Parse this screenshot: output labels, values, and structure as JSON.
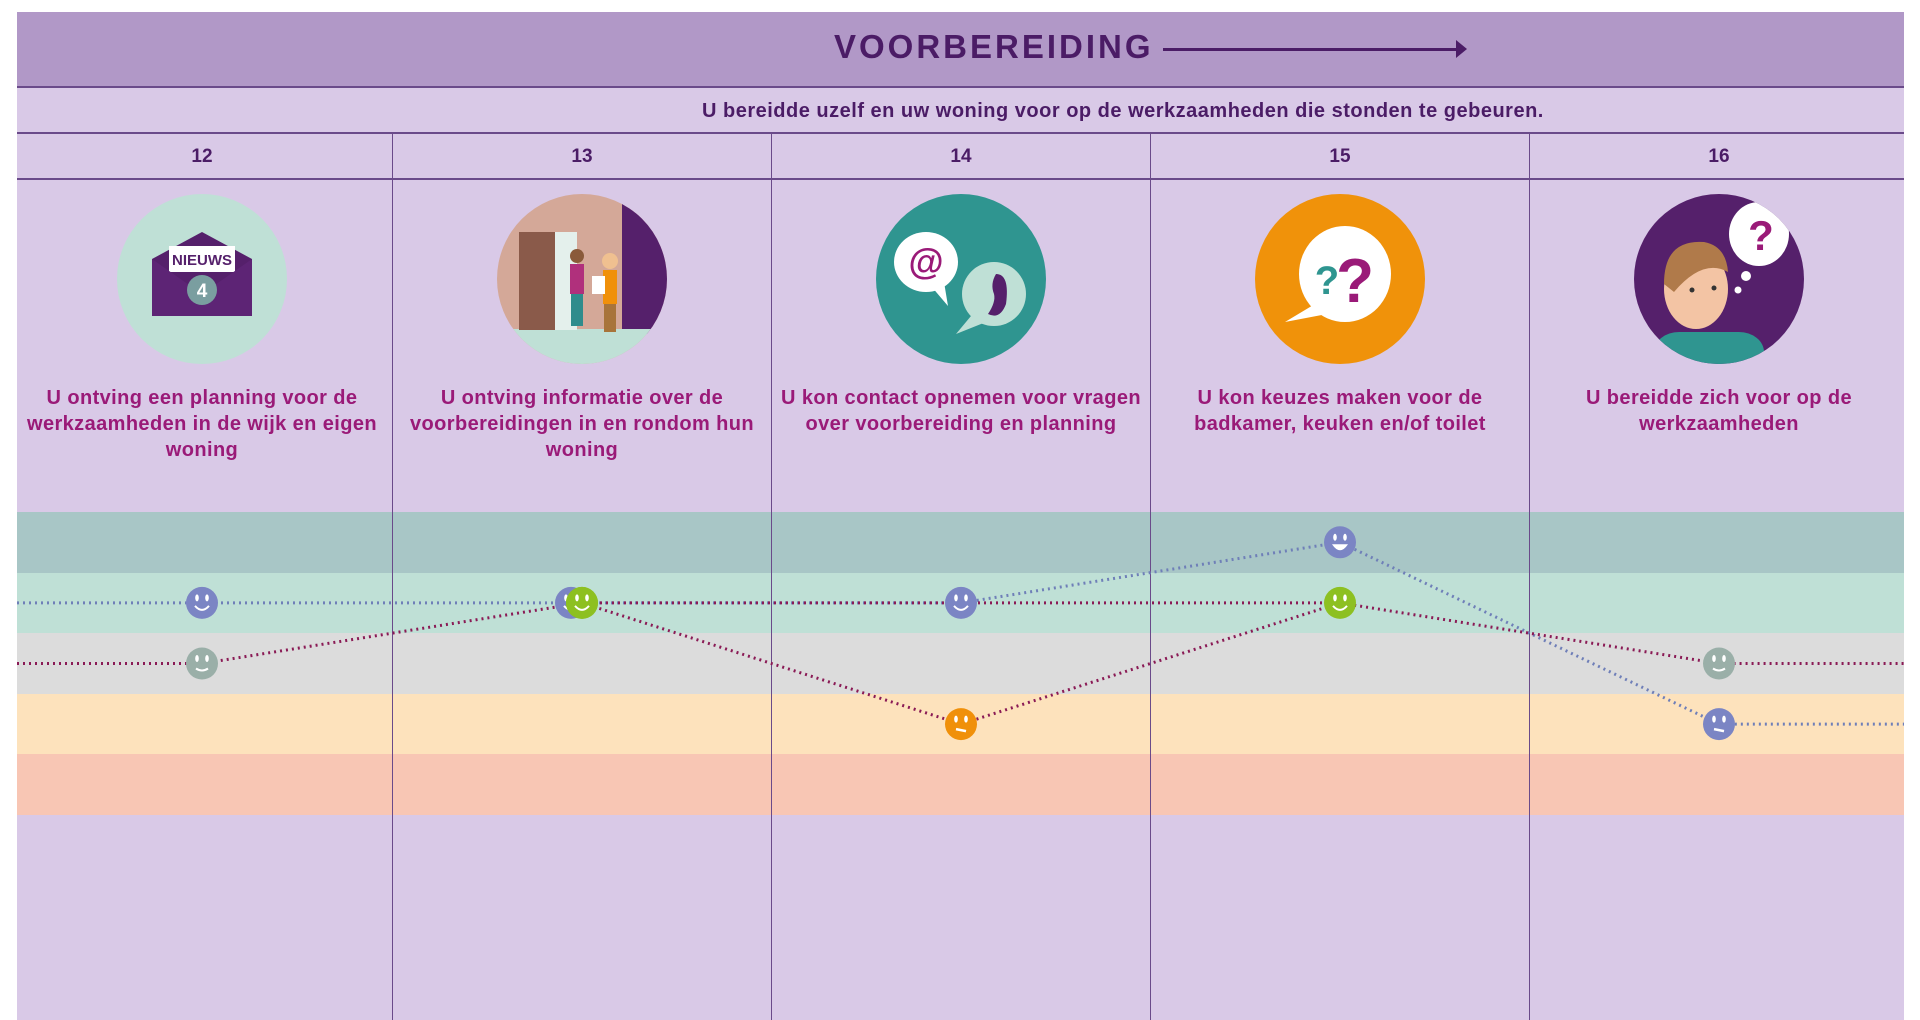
{
  "header": {
    "title": "VOORBEREIDING",
    "subtitle": "U bereidde uzelf en uw woning voor op de werkzaamheden die stonden te gebeuren."
  },
  "steps": [
    {
      "number": "12",
      "icon": "newsletter-envelope-icon",
      "icon_text": "NIEUWS",
      "icon_badge": "4",
      "text": "U ontving een planning voor de werkzaamheden in de wijk en eigen woning"
    },
    {
      "number": "13",
      "icon": "people-at-door-icon",
      "text": "U ontving informatie over de voorbereidingen in en rondom hun woning"
    },
    {
      "number": "14",
      "icon": "email-phone-contact-icon",
      "text": "U kon contact opnemen voor vragen over voorbereiding en planning"
    },
    {
      "number": "15",
      "icon": "question-bubble-icon",
      "text": "U kon keuzes maken voor de badkamer, keuken en/of toilet"
    },
    {
      "number": "16",
      "icon": "thinking-person-icon",
      "text": "U bereidde zich voor op de werkzaamheden"
    }
  ],
  "chart_data": {
    "type": "line",
    "categories": [
      "12",
      "13",
      "14",
      "15",
      "16"
    ],
    "ylim": [
      1,
      5
    ],
    "bands": [
      {
        "level": 5,
        "color": "#a8c6c6"
      },
      {
        "level": 4,
        "color": "#bfe0d6"
      },
      {
        "level": 3,
        "color": "#dcdcdc"
      },
      {
        "level": 2,
        "color": "#fde2bc"
      },
      {
        "level": 1,
        "color": "#f8c6b4"
      }
    ],
    "series": [
      {
        "name": "series-blue",
        "line_color": "#6f7fb8",
        "values": [
          4,
          4,
          4,
          5,
          2
        ],
        "marker_colors": [
          "#7b85c4",
          "#7b85c4",
          "#7b85c4",
          "#7b85c4",
          "#7b85c4"
        ]
      },
      {
        "name": "series-maroon",
        "line_color": "#8a1a55",
        "values": [
          3,
          4,
          2,
          4,
          3
        ],
        "marker_colors": [
          "#9aafa8",
          "#8dc021",
          "#f0900a",
          "#8dc021",
          "#9aafa8"
        ]
      },
      {
        "name": "series-maroon-b",
        "line_color": "#8a1a55",
        "values": [
          null,
          4,
          4,
          4,
          null
        ],
        "marker_colors": [
          null,
          "#8dc021",
          "#8dc021",
          "#8dc021",
          null
        ]
      }
    ]
  }
}
